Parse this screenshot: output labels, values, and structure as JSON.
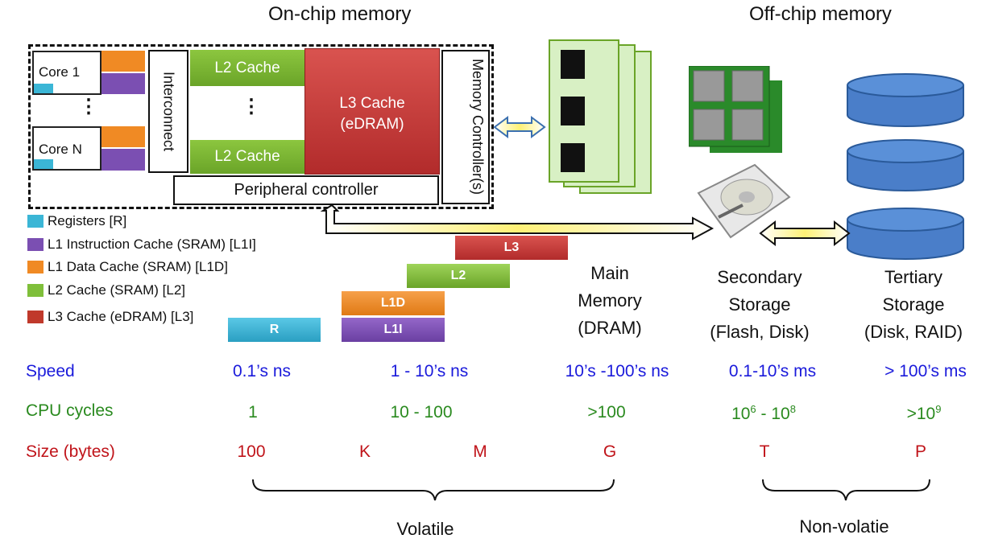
{
  "headers": {
    "on_chip": "On-chip memory",
    "off_chip": "Off-chip memory"
  },
  "chip": {
    "core1": "Core 1",
    "coreN": "Core N",
    "dots": "⋮",
    "interconnect": "Interconnect",
    "l2_top": "L2 Cache",
    "l2_bottom": "L2 Cache",
    "l3_line1": "L3 Cache",
    "l3_line2": "(eDRAM)",
    "memory_controller": "Memory Controller(s)",
    "peripheral": "Peripheral controller"
  },
  "legend": [
    {
      "label": "Registers [R]",
      "color": "#3bb6d6"
    },
    {
      "label": "L1 Instruction Cache (SRAM) [L1I]",
      "color": "#7b4fb2"
    },
    {
      "label": "L1 Data Cache (SRAM) [L1D]",
      "color": "#f08a24"
    },
    {
      "label": "L2 Cache (SRAM) [L2]",
      "color": "#7fbf3a"
    },
    {
      "label": "L3 Cache (eDRAM) [L3]",
      "color": "#c0392b"
    }
  ],
  "bars": {
    "r": "R",
    "l1i": "L1I",
    "l1d": "L1D",
    "l2": "L2",
    "l3": "L3"
  },
  "levels": {
    "main": [
      "Main",
      "Memory",
      "(DRAM)"
    ],
    "secondary": [
      "Secondary",
      "Storage",
      "(Flash, Disk)"
    ],
    "tertiary": [
      "Tertiary",
      "Storage",
      "(Disk, RAID)"
    ]
  },
  "rows": {
    "speed": {
      "label": "Speed",
      "values": [
        "0.1’s ns",
        "1 - 10’s ns",
        "10’s -100’s ns",
        "0.1-10’s ms",
        "> 100’s ms"
      ]
    },
    "cycles": {
      "label": "CPU cycles",
      "values": [
        "1",
        "10 - 100",
        ">100"
      ],
      "secondary_base1": "10",
      "secondary_exp1": "6",
      "secondary_mid": " - 10",
      "secondary_exp2": "8",
      "tertiary_base": ">10",
      "tertiary_exp": "9"
    },
    "size": {
      "label": "Size (bytes)",
      "values": [
        "100",
        "K",
        "M",
        "G",
        "T",
        "P"
      ]
    }
  },
  "groups": {
    "volatile": "Volatile",
    "nonvolatile": "Non-volatie"
  },
  "colors": {
    "speed": "#1a1adb",
    "cycles": "#2a8a1f",
    "size": "#c0141a"
  }
}
